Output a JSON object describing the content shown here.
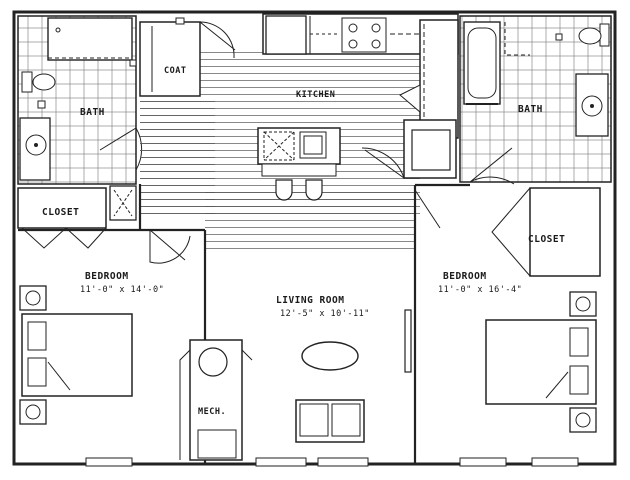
{
  "plan": {
    "rooms": {
      "coat": {
        "label": "COAT"
      },
      "kitchen": {
        "label": "KITCHEN"
      },
      "bath_left": {
        "label": "BATH"
      },
      "bath_right": {
        "label": "BATH"
      },
      "closet_left": {
        "label": "CLOSET"
      },
      "closet_right": {
        "label": "CLOSET"
      },
      "bedroom_left": {
        "label": "BEDROOM",
        "dimensions": "11'-0\" x 14'-0\""
      },
      "living_room": {
        "label": "LIVING ROOM",
        "dimensions": "12'-5\" x 10'-11\""
      },
      "bedroom_right": {
        "label": "BEDROOM",
        "dimensions": "11'-0\" x 16'-4\""
      },
      "mech": {
        "label": "MECH."
      }
    },
    "colors": {
      "line": "#222222",
      "floor_lines": "#555555",
      "tile": "#666666",
      "background": "#ffffff"
    }
  }
}
